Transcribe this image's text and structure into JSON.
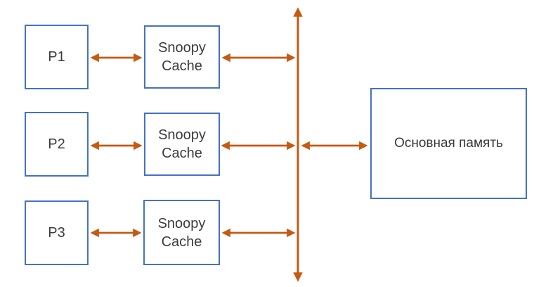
{
  "nodes": {
    "processors": [
      {
        "label": "P1"
      },
      {
        "label": "P2"
      },
      {
        "label": "P3"
      }
    ],
    "caches": [
      {
        "label": "Snoopy Cache"
      },
      {
        "label": "Snoopy Cache"
      },
      {
        "label": "Snoopy Cache"
      }
    ],
    "memory": {
      "label": "Основная память"
    }
  },
  "connectors": {
    "bus": "system-bus",
    "arrows": [
      "p1-cache1",
      "cache1-bus",
      "p2-cache2",
      "cache2-bus",
      "p3-cache3",
      "cache3-bus",
      "bus-memory"
    ]
  },
  "colors": {
    "box_border": "#4472C4",
    "arrow_color": "#C55A11",
    "text_color": "#3B3B3B",
    "background": "#FFFFFF"
  }
}
